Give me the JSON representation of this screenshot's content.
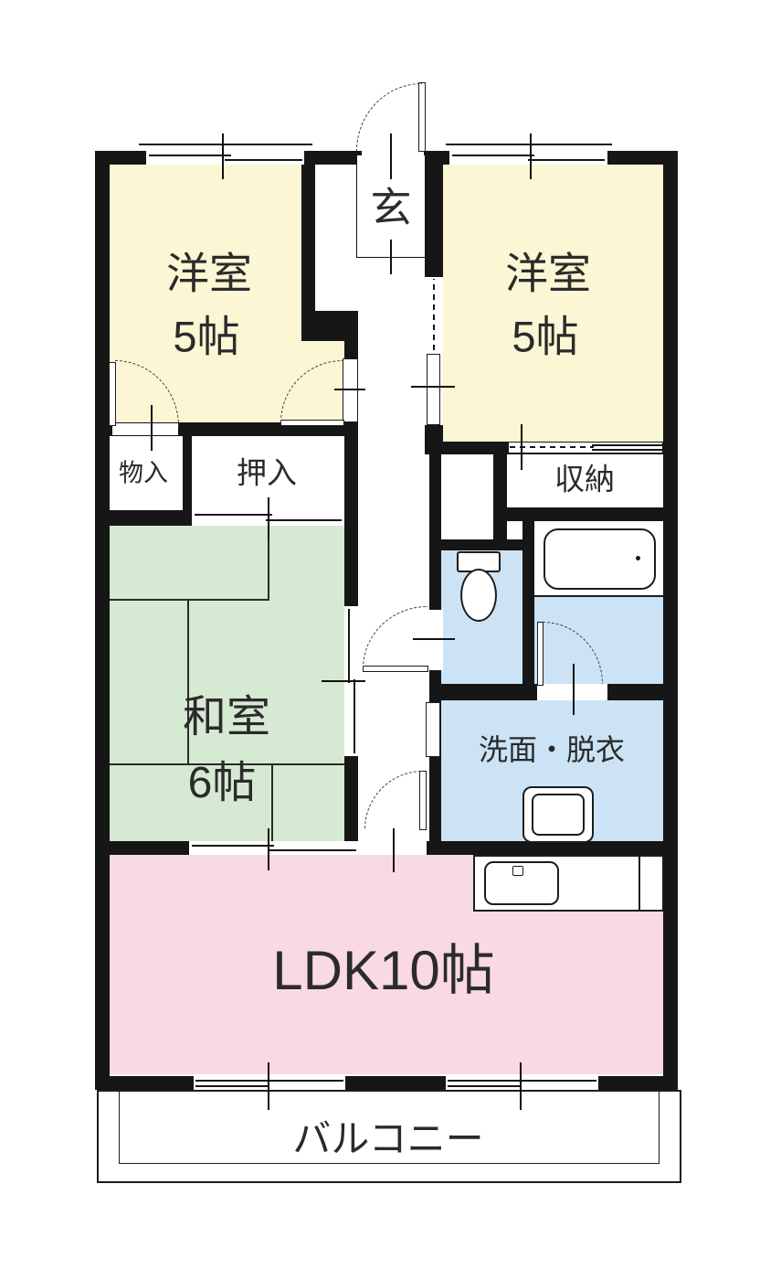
{
  "plan": {
    "title": "apartment-floor-plan",
    "rooms": {
      "entrance": {
        "label": "玄"
      },
      "western_room_left": {
        "name_label": "洋室",
        "size_label": "5帖",
        "color": "#FBF7D5"
      },
      "western_room_right": {
        "name_label": "洋室",
        "size_label": "5帖",
        "color": "#FBF7D5"
      },
      "small_storage": {
        "label": "物入",
        "color": "#FFFFFF"
      },
      "futon_closet": {
        "label": "押入",
        "color": "#FFFFFF"
      },
      "storage": {
        "label": "収納",
        "color": "#FFFFFF"
      },
      "japanese_room": {
        "name_label": "和室",
        "size_label": "6帖",
        "color": "#D6E9D2"
      },
      "toilet_room": {
        "color": "#CBE3F5"
      },
      "bathroom_floor": {
        "color": "#CBE3F5"
      },
      "washroom": {
        "label": "洗面・脱衣",
        "color": "#CBE3F5"
      },
      "ldk": {
        "label": "LDK10帖",
        "color": "#F9D9E3"
      },
      "balcony": {
        "label": "バルコニー"
      },
      "hall": {
        "color": "#FFFFFF"
      }
    },
    "colors": {
      "wall": "#161616",
      "line": "#1c1c1c",
      "door_arc": "#3a3a3a"
    },
    "fixtures": {
      "bathtub": "bathtub",
      "toilet": "toilet",
      "washing_machine_pan": "washing-machine-pan",
      "kitchen_sink": "kitchen-sink",
      "kitchen_counter": "kitchen-counter"
    }
  }
}
